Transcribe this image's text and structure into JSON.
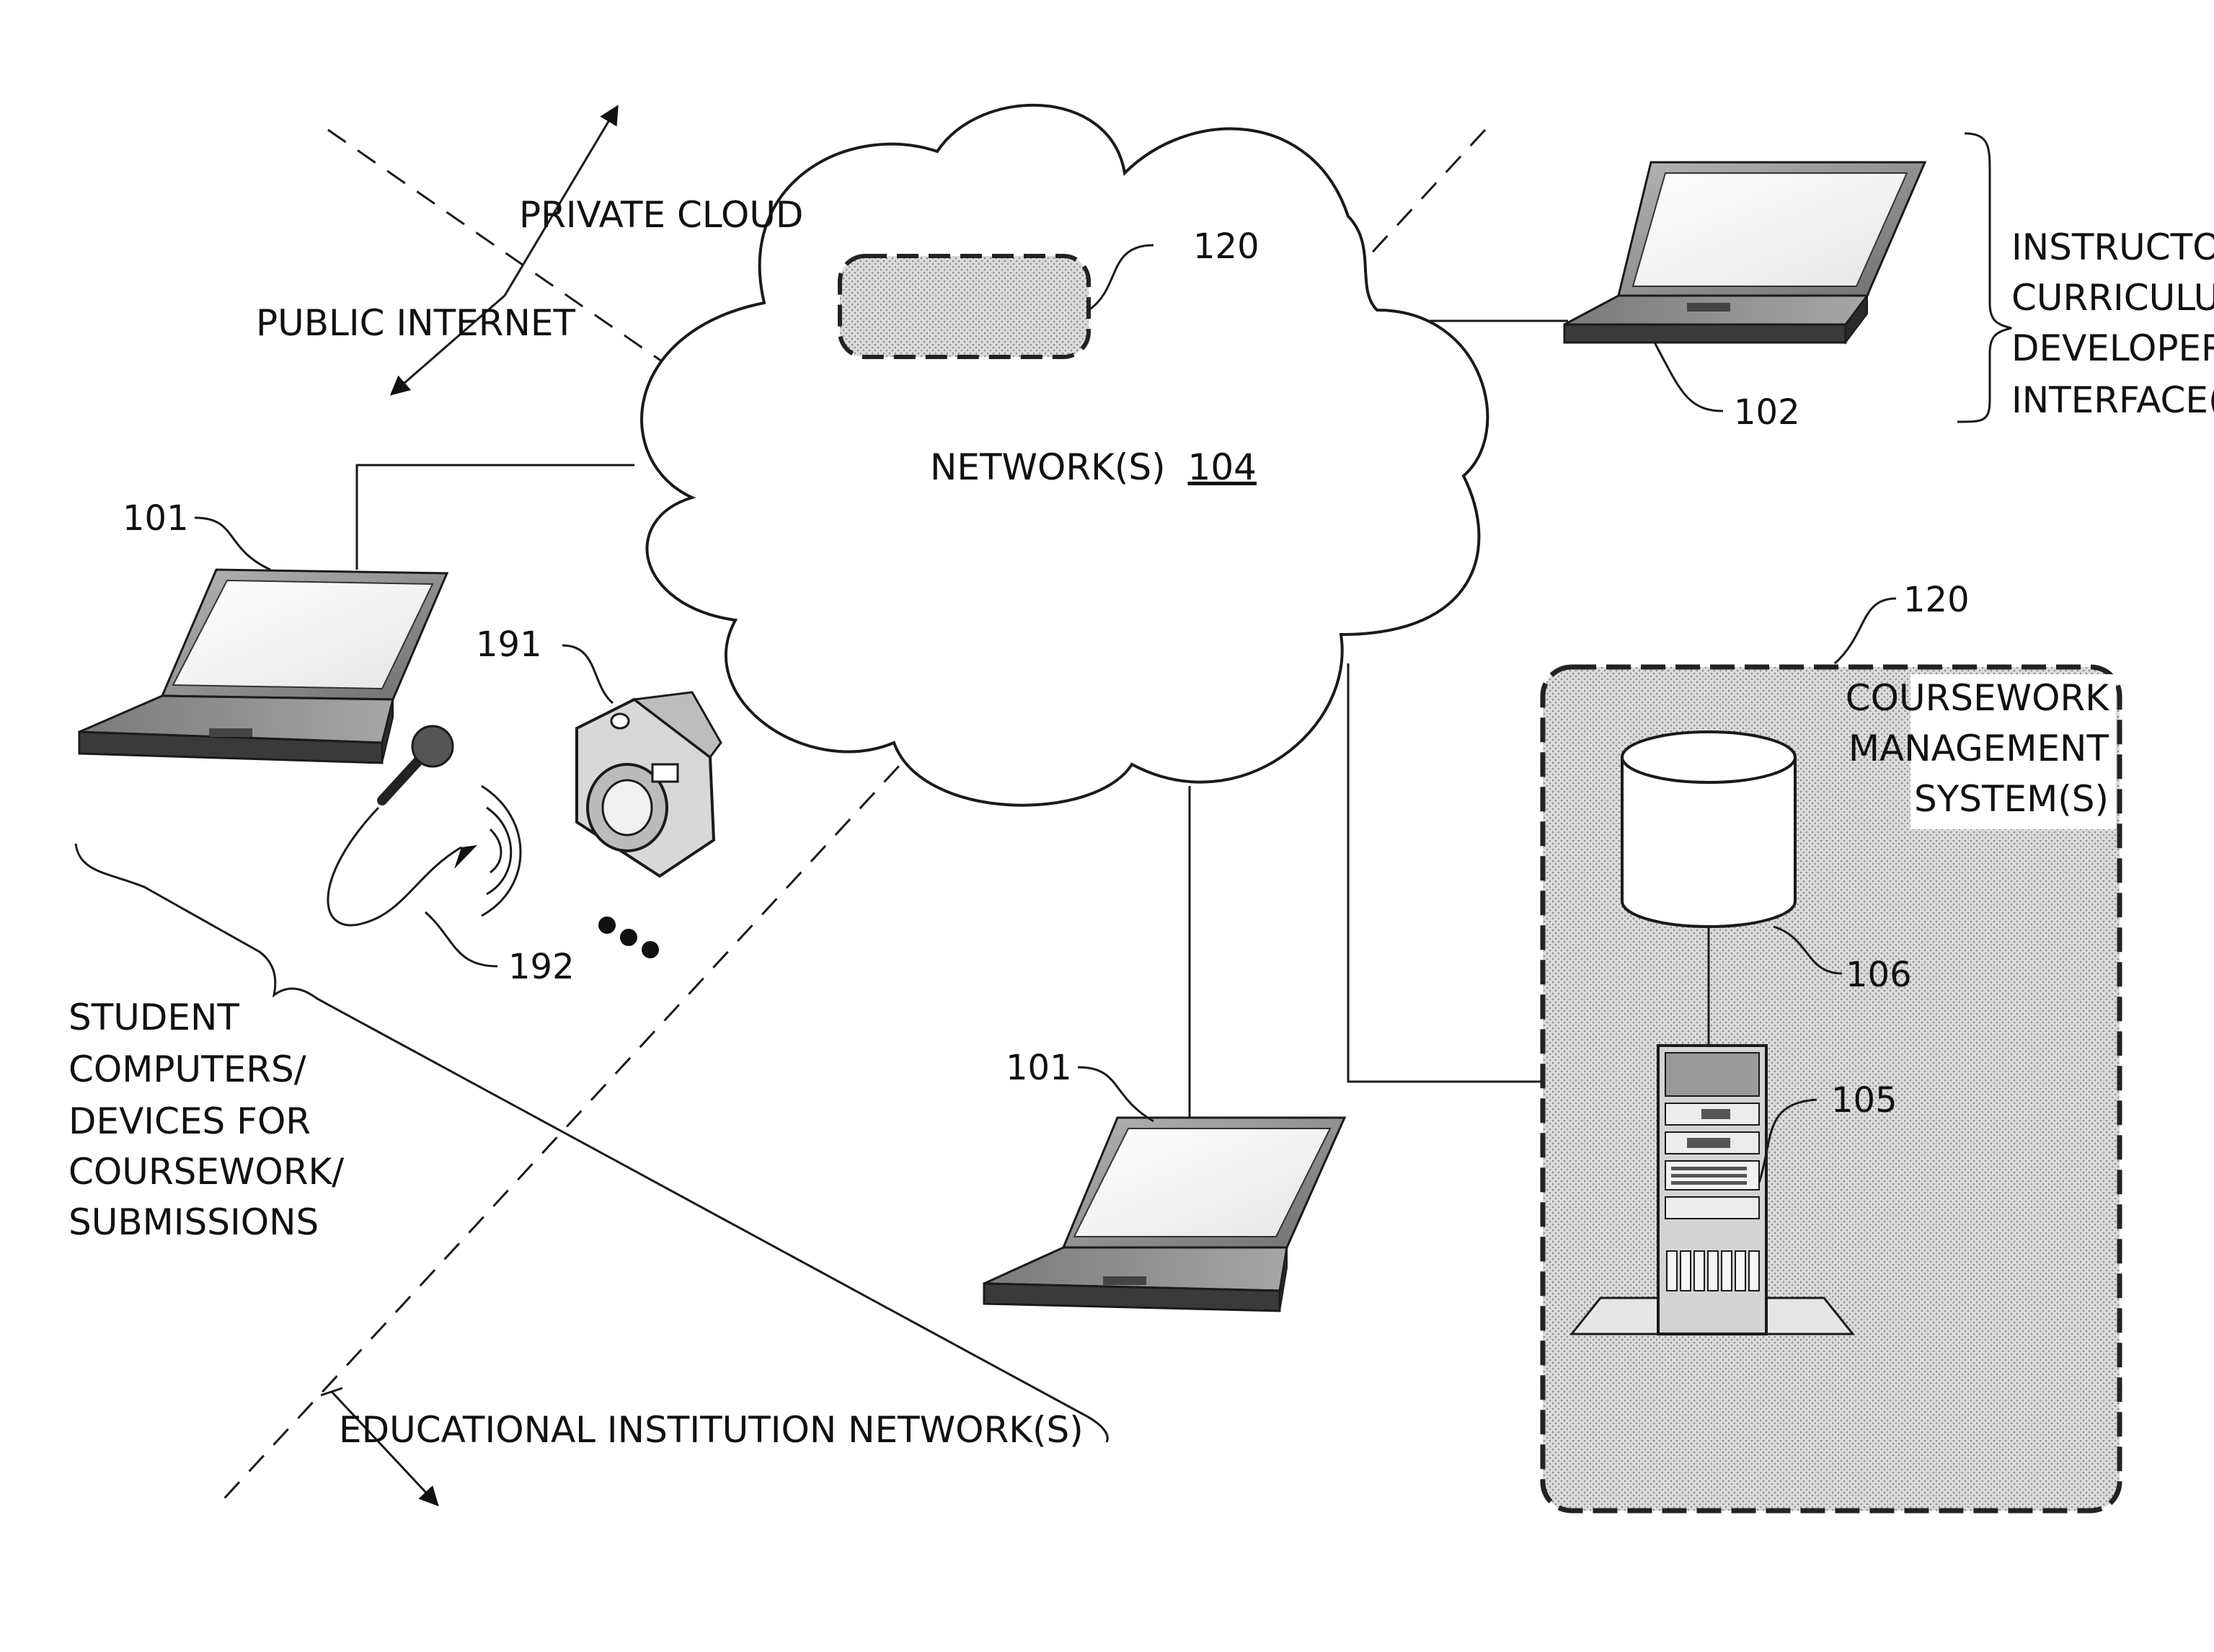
{
  "labels": {
    "private_cloud": "PRIVATE CLOUD",
    "public_internet": "PUBLIC INTERNET",
    "network_prefix": "NETWORK(S)",
    "network_ref": "104",
    "instructor": [
      "INSTRUCTOR /",
      "CURRICULUM",
      "DEVELOPER",
      "INTERFACE(S)"
    ],
    "coursework_system": [
      "COURSEWORK",
      "MANAGEMENT",
      "SYSTEM(S)"
    ],
    "student_devices": [
      "STUDENT",
      "COMPUTERS/",
      "DEVICES FOR",
      "COURSEWORK/",
      "SUBMISSIONS"
    ],
    "edu_network": "EDUCATIONAL INSTITUTION NETWORK(S)"
  },
  "refs": {
    "cloud_system": "120",
    "system_box": "120",
    "instructor_laptop": "102",
    "student_laptop_left": "101",
    "student_laptop_bottom": "101",
    "camera": "191",
    "microphone": "192",
    "database": "106",
    "server": "105"
  },
  "colors": {
    "stroke": "#1a1a1a",
    "screen": "#f2f2f2",
    "laptop_body": "#8a8a8a",
    "base": "#3a3a3a",
    "stipple": "#c9c9c9"
  },
  "icons": [
    "laptop-icon",
    "camera-icon",
    "microphone-icon",
    "database-icon",
    "server-icon",
    "cloud-icon",
    "ellipsis-icon"
  ]
}
